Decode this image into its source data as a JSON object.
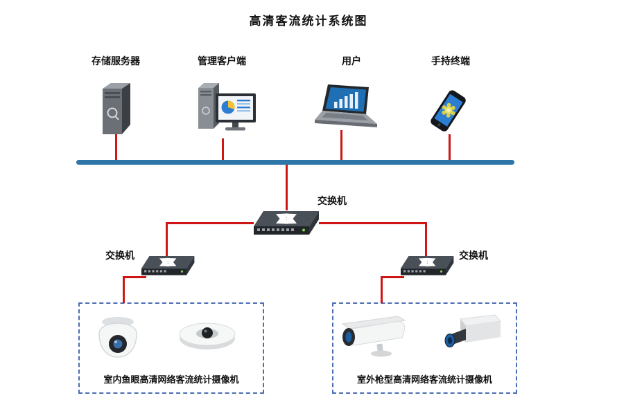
{
  "title": "高清客流统计系统图",
  "top_devices": [
    {
      "id": "storage-server",
      "label": "存储服务器",
      "icon": "server-tower-icon"
    },
    {
      "id": "management-client",
      "label": "管理客户端",
      "icon": "desktop-computer-icon"
    },
    {
      "id": "user",
      "label": "用户",
      "icon": "laptop-icon"
    },
    {
      "id": "handheld-terminal",
      "label": "手持终端",
      "icon": "smartphone-icon"
    }
  ],
  "switches": {
    "core": {
      "label": "交换机",
      "icon": "network-switch-icon"
    },
    "left": {
      "label": "交换机",
      "icon": "network-switch-icon"
    },
    "right": {
      "label": "交换机",
      "icon": "network-switch-icon"
    }
  },
  "camera_groups": {
    "indoor": {
      "caption": "室内鱼眼高清网络客流统计摄像机",
      "icons": [
        "dome-camera-icon",
        "fisheye-camera-icon"
      ]
    },
    "outdoor": {
      "caption": "室外枪型高清网络客流统计摄像机",
      "icons": [
        "bullet-camera-icon",
        "box-camera-icon"
      ]
    }
  },
  "colors": {
    "line_red": "#d01515",
    "bus_blue": "#2e75a8",
    "box_border_blue": "#4a6db3",
    "screen_blue": "#2d7dd2",
    "accent_yellow": "#f2c230"
  }
}
